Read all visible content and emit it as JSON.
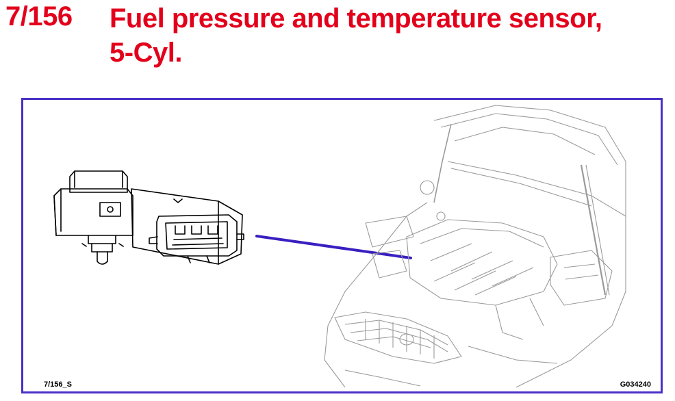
{
  "header": {
    "code": "7/156",
    "title_line1": "Fuel pressure and temperature sensor,",
    "title_line2": "5-Cyl."
  },
  "figure": {
    "ref_left": "7/156_S",
    "ref_right": "G034240"
  },
  "colors": {
    "title": "#e3001b",
    "frame": "#4a2fc7",
    "pointer": "#3a1fc0",
    "drawing_line": "#9a9a9a",
    "sensor_line": "#000000"
  }
}
